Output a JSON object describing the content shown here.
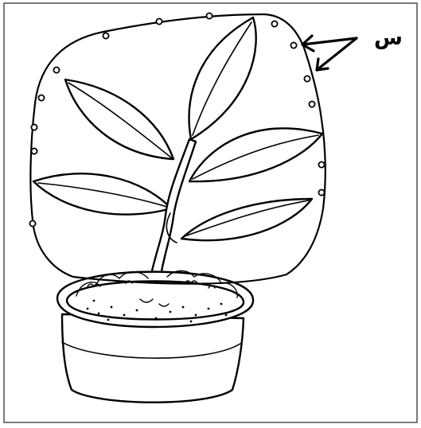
{
  "diagram": {
    "label": "س",
    "icon_names": [
      "frame",
      "plastic-bag",
      "bag-hole",
      "plant-leaf",
      "plant-stem",
      "flower-pot",
      "soil",
      "pointer-arrow"
    ]
  }
}
